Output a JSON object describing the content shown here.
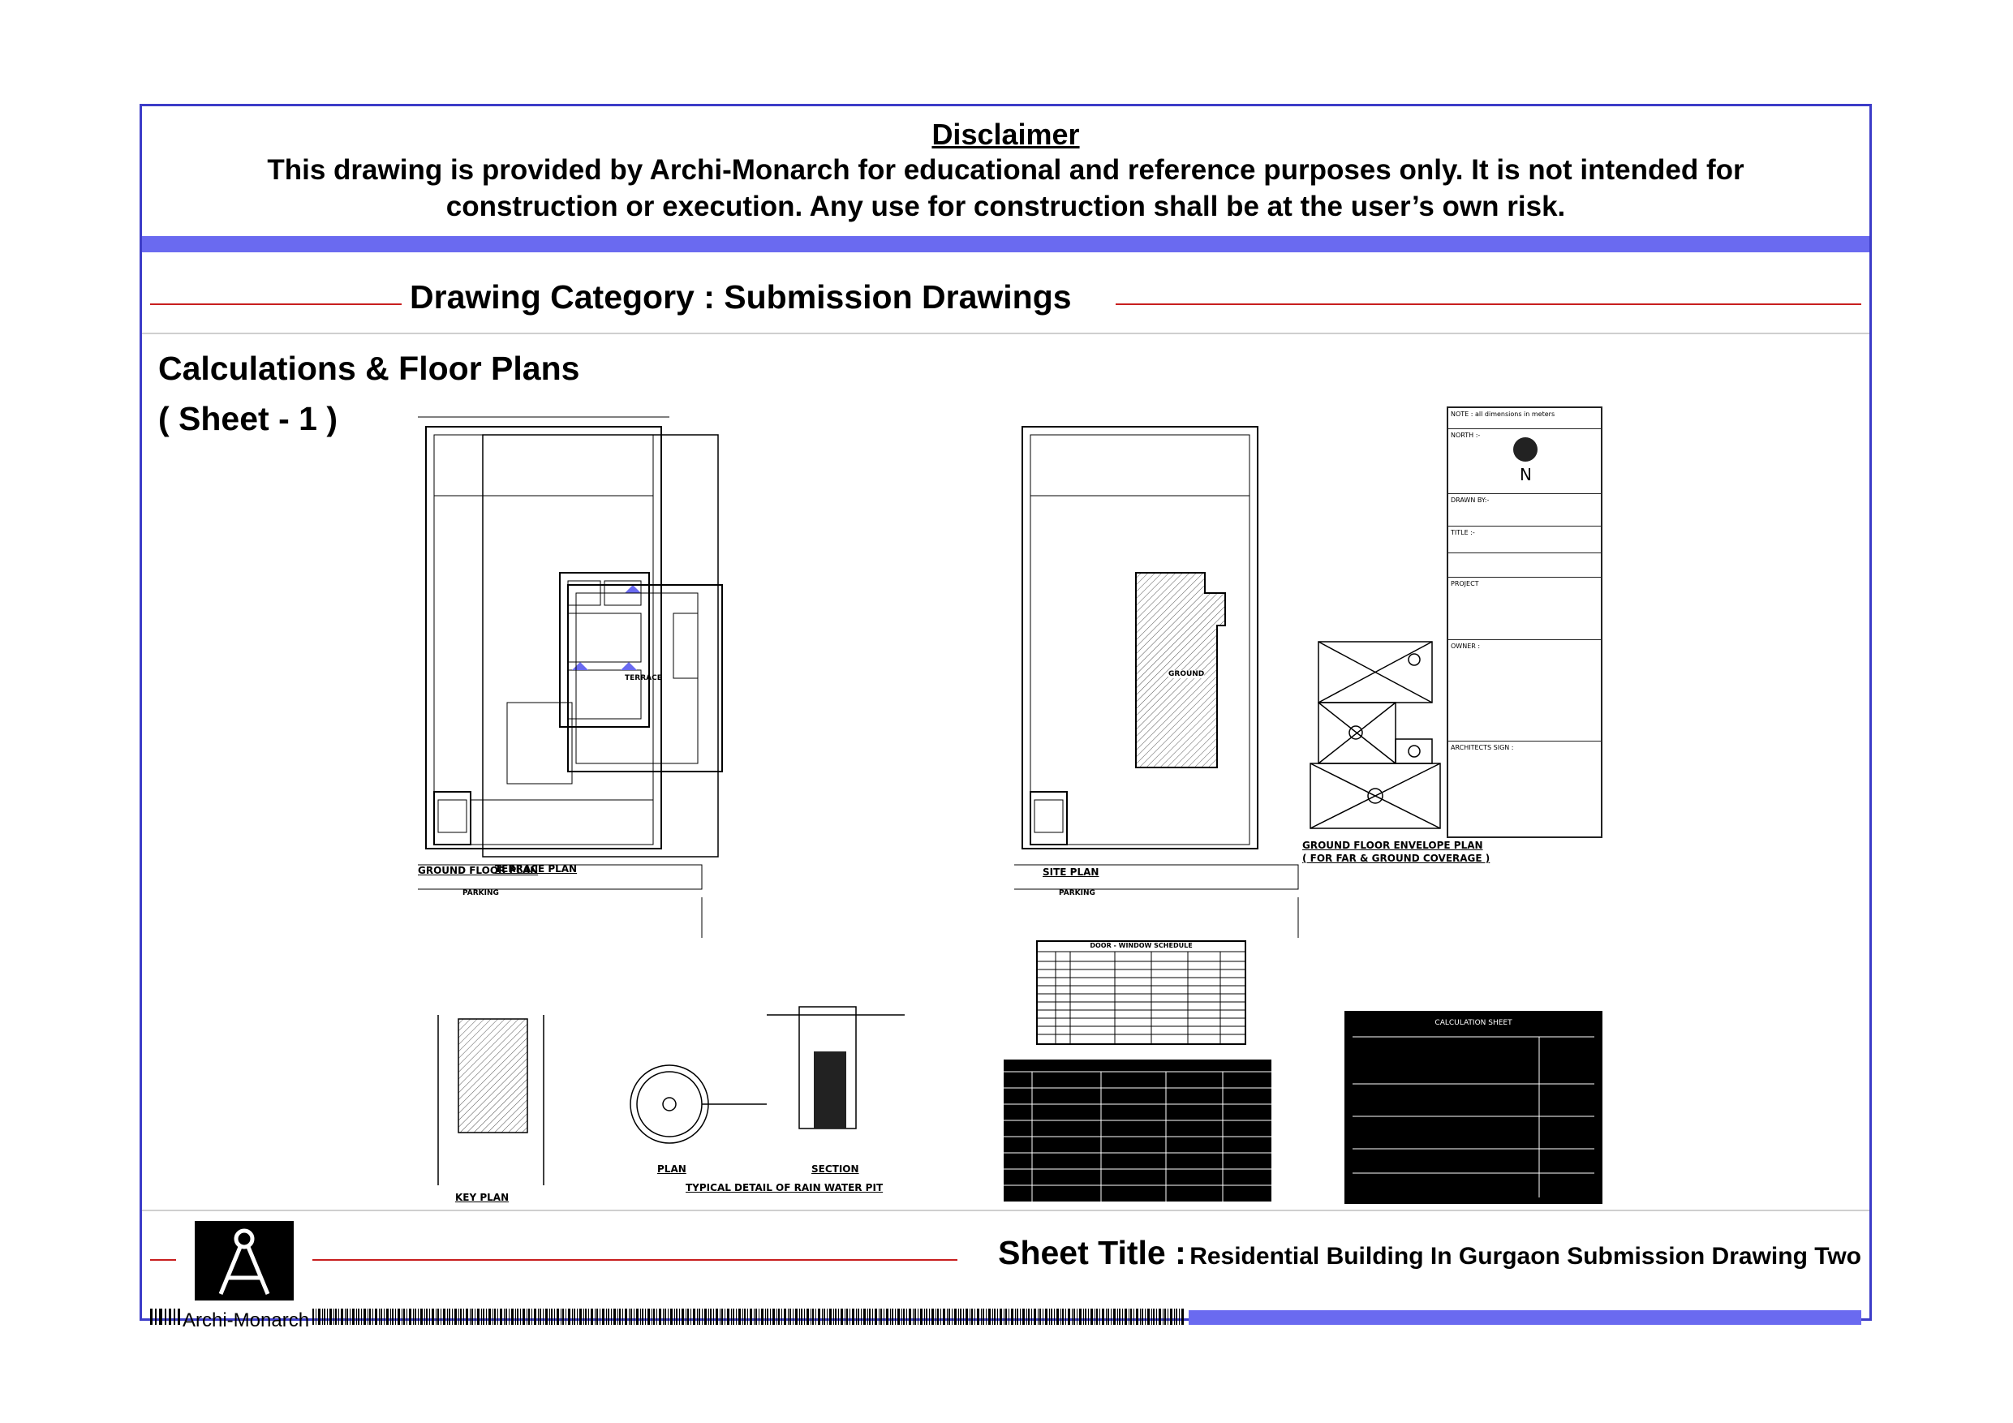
{
  "disclaimer": {
    "title": "Disclaimer",
    "line1": "This drawing is provided by Archi-Monarch for educational and reference purposes only. It is not intended for",
    "line2": "construction or execution. Any use for construction shall be at the user’s own risk."
  },
  "category": "Drawing Category : Submission Drawings",
  "heading": {
    "title": "Calculations & Floor Plans",
    "sheet": "( Sheet - 1 )"
  },
  "drawings": {
    "ground_floor_plan": "GROUND FLOOR PLAN",
    "terrace_plan": "TERRACE PLAN",
    "site_plan": "SITE PLAN",
    "envelope_plan": "GROUND FLOOR ENVELOPE PLAN",
    "envelope_sub": "( FOR FAR & GROUND COVERAGE )",
    "key_plan": "KEY PLAN",
    "plan": "PLAN",
    "section": "SECTION",
    "rain_water": "TYPICAL DETAIL OF RAIN WATER PIT",
    "parking": "PARKING",
    "terrace": "TERRACE",
    "ground": "GROUND",
    "north": "N",
    "door_window_schedule": "DOOR - WINDOW SCHEDULE",
    "calculation_sheet": "CALCULATION SHEET"
  },
  "title_block": {
    "note": "NOTE : all dimensions in meters",
    "north": "NORTH :-",
    "drawn_by": "DRAWN BY:-",
    "title": "TITLE :-",
    "project": "PROJECT",
    "owner": "OWNER :",
    "architect": "ARCHITECTS SIGN :"
  },
  "footer": {
    "logo_text": "Archi-Monarch",
    "sheet_title_label": "Sheet Title :",
    "sheet_title_value": "Residential Building In Gurgaon Submission Drawing Two"
  },
  "colors": {
    "frame": "#3c3cc8",
    "band": "#6a6af0",
    "red_rule": "#c81e1e"
  }
}
